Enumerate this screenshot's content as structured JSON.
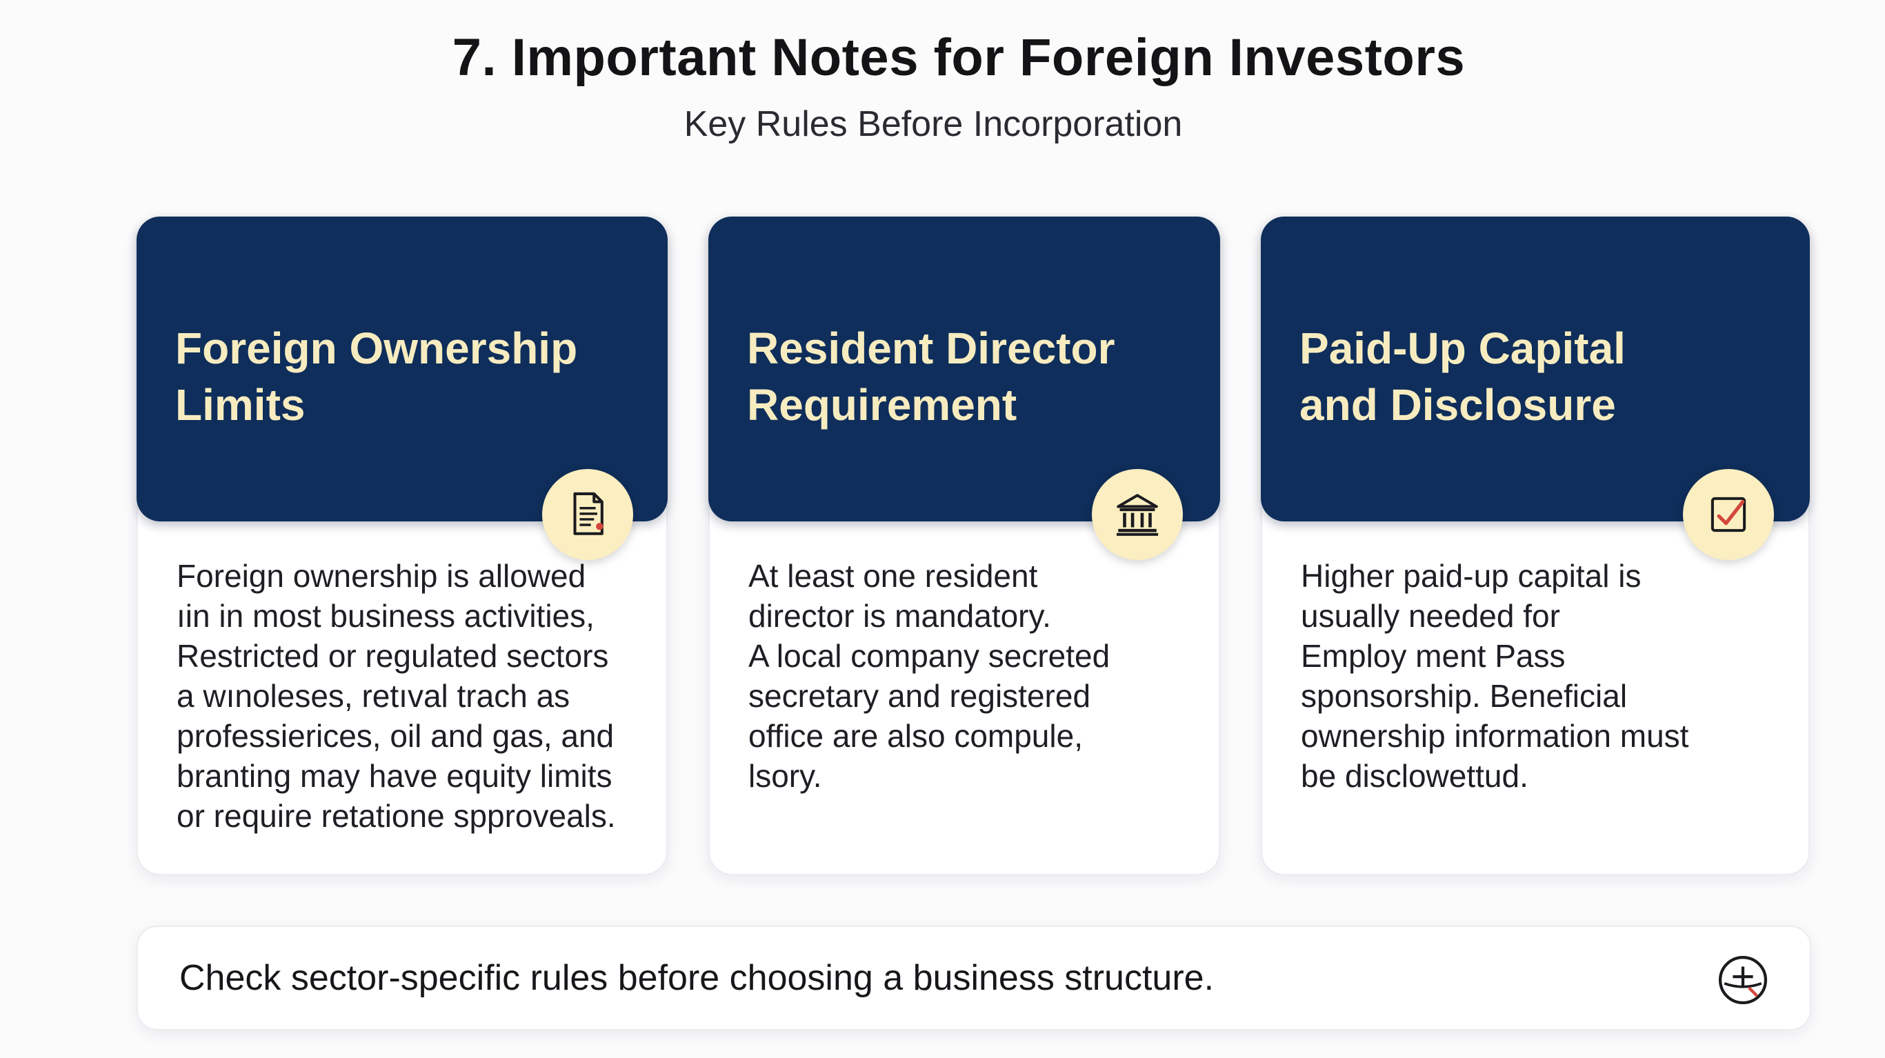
{
  "header": {
    "title": "7. Important Notes for Foreign Investors",
    "subtitle": "Key Rules Before Incorporation"
  },
  "cards": [
    {
      "title_lines": [
        "Foreign Ownership",
        "Limits"
      ],
      "icon": "document-icon",
      "body_lines": [
        "Foreign ownership is allowed",
        "ıin in most business activities,",
        "Restricted or regulated sectors",
        "a wınoleses, retıval trach as",
        "professierices, oil and gas, and",
        "branting may have equity limits",
        "or require retatione spproveals."
      ]
    },
    {
      "title_lines": [
        "Resident Director",
        "Requirement"
      ],
      "icon": "bank-building-icon",
      "body_lines": [
        "At least one resident",
        "director is mandatory.",
        "A local company secreted",
        "secretary and registered",
        "office are also compule,",
        "lsory."
      ]
    },
    {
      "title_lines": [
        "Paid-Up Capital",
        "and Disclosure"
      ],
      "icon": "checkbox-icon",
      "body_lines": [
        "Higher paid-up capital is",
        "usually needed for",
        "Employ ment Pass",
        "sponsorship. Beneficial",
        "ownership information must",
        "be disclowettud."
      ]
    }
  ],
  "footer": {
    "text": "Check sector-specific rules before choosing a business structure.",
    "icon": "globe-plus-icon"
  },
  "colors": {
    "card_header": "#0f2e5b",
    "card_title": "#f7ecc0",
    "badge": "#fbeec0",
    "check_accent": "#d2473a"
  }
}
